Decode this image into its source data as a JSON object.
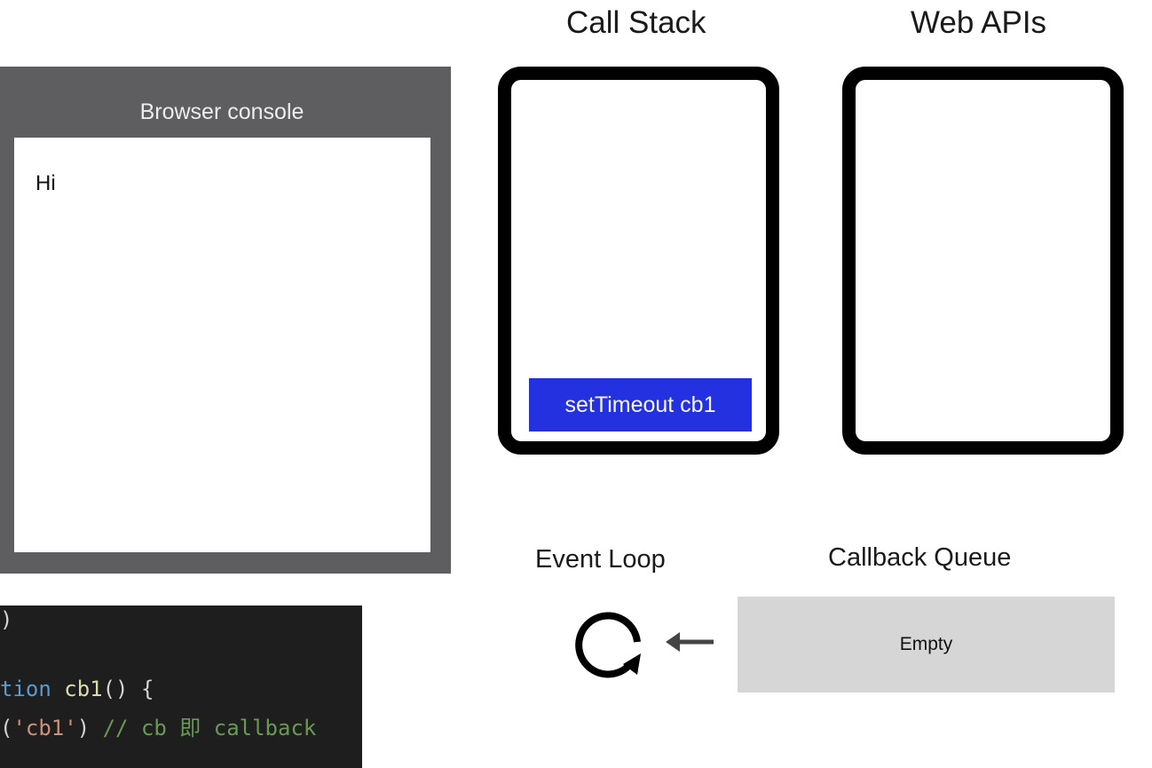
{
  "console": {
    "title": "Browser console",
    "lines": [
      "Hi"
    ]
  },
  "code": {
    "lines": [
      [
        {
          "t": ")",
          "c": "p"
        }
      ],
      [],
      [
        {
          "t": "tion ",
          "c": "kw"
        },
        {
          "t": "cb1",
          "c": "fn"
        },
        {
          "t": "() {",
          "c": "p"
        }
      ],
      [
        {
          "t": "(",
          "c": "p"
        },
        {
          "t": "'cb1'",
          "c": "str"
        },
        {
          "t": ") ",
          "c": "p"
        },
        {
          "t": "// cb 即 callback",
          "c": "cm"
        }
      ]
    ]
  },
  "call_stack": {
    "title": "Call Stack",
    "frames": [
      "setTimeout cb1"
    ]
  },
  "web_apis": {
    "title": "Web APIs"
  },
  "event_loop": {
    "title": "Event Loop",
    "icon": "loop-arrow-icon",
    "arrow_icon": "left-arrow-icon"
  },
  "callback_queue": {
    "title": "Callback Queue",
    "content": "Empty"
  },
  "colors": {
    "console_frame": "#5e5d60",
    "stack_frame": "#2431e0",
    "queue_bg": "#d6d6d6",
    "code_bg": "#1e1e1e"
  }
}
